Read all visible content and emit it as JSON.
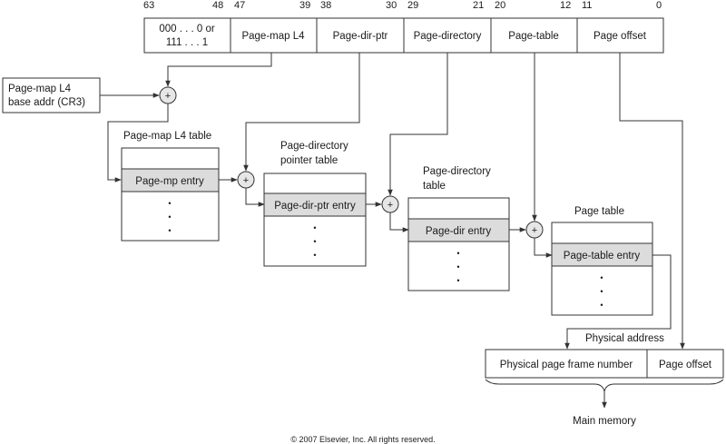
{
  "bit_numbers": [
    "63",
    "48",
    "47",
    "39",
    "38",
    "30",
    "29",
    "21",
    "20",
    "12",
    "11",
    "0"
  ],
  "virtual_address": {
    "sign_ext_line1": "000 . . . 0 or",
    "sign_ext_line2": "111 . . . 1",
    "fields": [
      "Page-map L4",
      "Page-dir-ptr",
      "Page-directory",
      "Page-table",
      "Page offset"
    ]
  },
  "cr3": {
    "line1": "Page-map L4",
    "line2": "base addr (CR3)"
  },
  "adder_symbol": "+",
  "dots": "•",
  "tables": {
    "pml4": {
      "title1": "Page-map L4 table",
      "title2": "",
      "entry": "Page-mp entry"
    },
    "pdpt": {
      "title1": "Page-directory",
      "title2": "pointer table",
      "entry": "Page-dir-ptr entry"
    },
    "pd": {
      "title1": "Page-directory",
      "title2": "table",
      "entry": "Page-dir entry"
    },
    "pt": {
      "title1": "Page table",
      "title2": "",
      "entry": "Page-table entry"
    }
  },
  "physical_address": {
    "label": "Physical address",
    "frame": "Physical page frame number",
    "offset": "Page offset"
  },
  "main_memory": "Main memory",
  "copyright": "© 2007 Elsevier, Inc. All rights reserved."
}
